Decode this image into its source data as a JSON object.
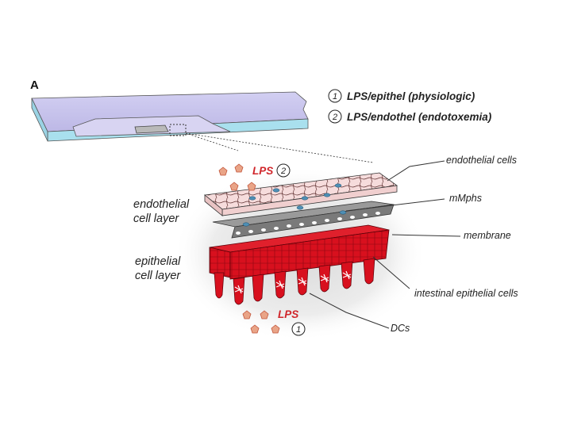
{
  "panel_label": "A",
  "legend": [
    {
      "num": "1",
      "text": "LPS/epithel (physiologic)"
    },
    {
      "num": "2",
      "text": "LPS/endothel (endotoxemia)"
    }
  ],
  "lps_top": {
    "label": "LPS",
    "num": "2"
  },
  "lps_bottom": {
    "label": "LPS",
    "num": "1"
  },
  "layers": {
    "endothelial": [
      "endothelial",
      "cell layer"
    ],
    "epithelial": [
      "epithelial",
      "cell layer"
    ]
  },
  "callouts": {
    "endothelial_cells": "endothelial cells",
    "mmphs": "mMphs",
    "membrane": "membrane",
    "intestinal_epithelial_cells": "intestinal epithelial cells",
    "dcs": "DCs"
  },
  "colors": {
    "chip": "#c7c3ec",
    "chip_edge": "#a9e0ee",
    "endothelium": "#f6dcdc",
    "epithelium": "#d8101e",
    "lps_marker": "#e9a487",
    "lps_text": "#d0252a",
    "macrophage": "#4e8fb5"
  }
}
